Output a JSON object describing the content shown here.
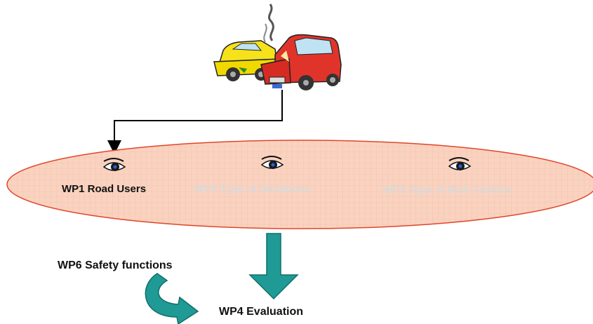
{
  "diagram": {
    "work_packages": [
      {
        "label": "WP1 Road Users",
        "state": "active",
        "icon": "eye-icon"
      },
      {
        "label": "WP2 Type of Situations",
        "state": "inactive",
        "icon": "eye-icon"
      },
      {
        "label": "WP3 Type of Risk Factors",
        "state": "inactive",
        "icon": "eye-icon"
      }
    ],
    "safety_functions": "WP6 Safety functions",
    "evaluation": "WP4 Evaluation",
    "illustration": "car-crash-icon",
    "colors": {
      "ellipse_fill": "#f9d3c0",
      "ellipse_stroke": "#e0452a",
      "grid": "#f3b79f",
      "arrow_teal": "#1f9a95",
      "arrow_teal_dark": "#0f6f6b",
      "active_text": "#111111",
      "inactive_text": "#d9d9d9"
    }
  }
}
